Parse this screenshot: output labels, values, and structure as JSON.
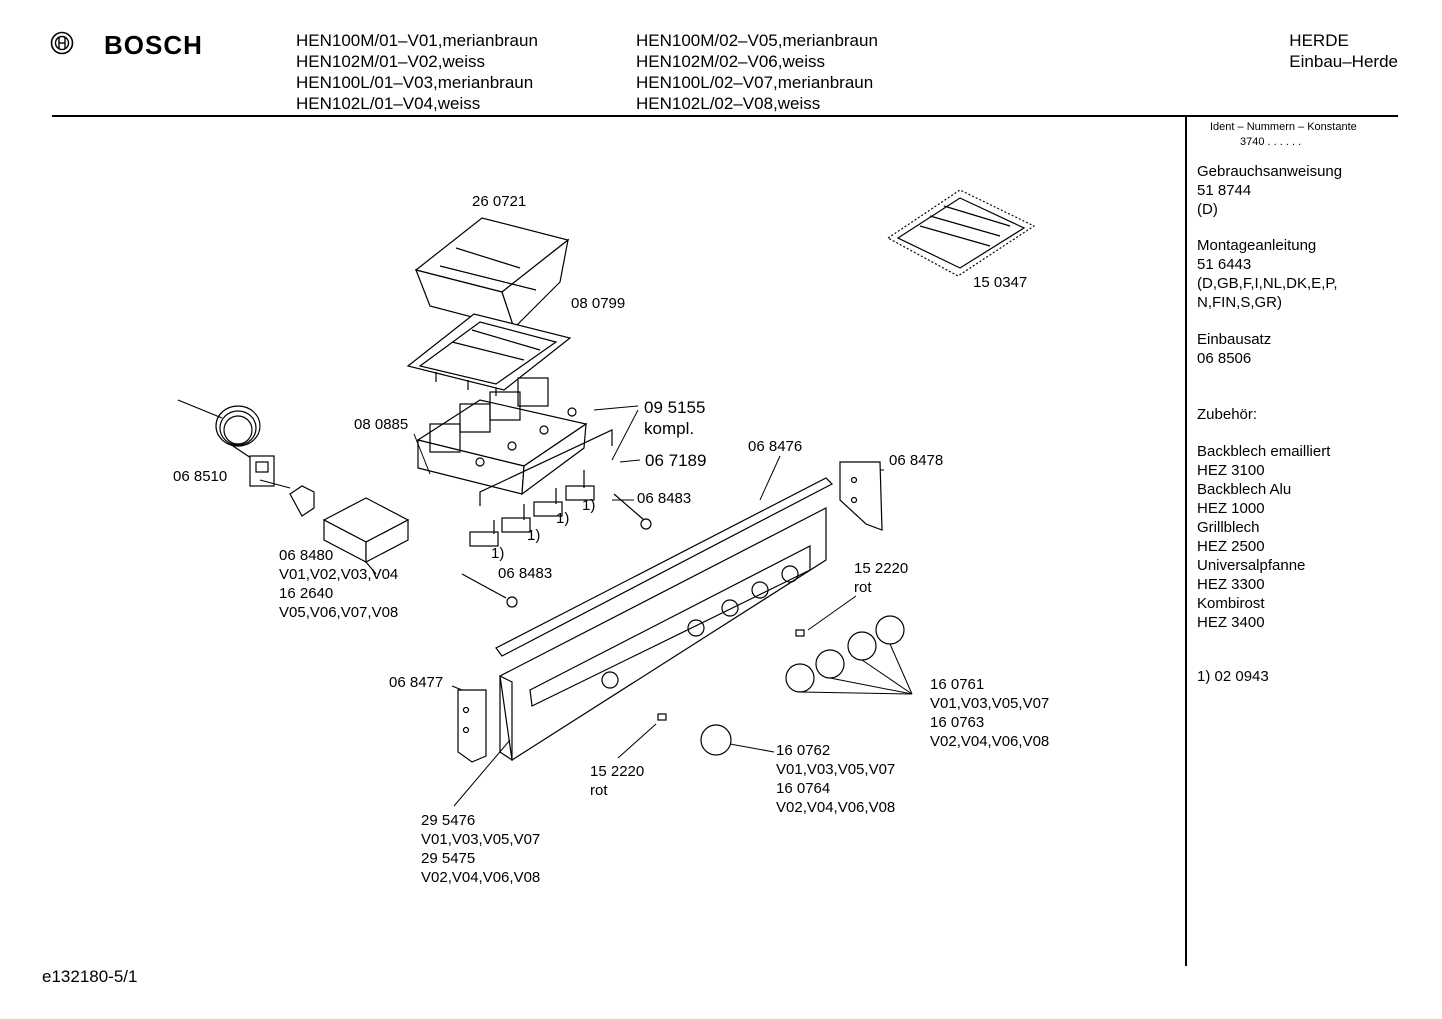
{
  "header": {
    "brand": "BOSCH",
    "models_col1": [
      "HEN100M/01–V01,merianbraun",
      "HEN102M/01–V02,weiss",
      "HEN100L/01–V03,merianbraun",
      "HEN102L/01–V04,weiss"
    ],
    "models_col2": [
      "HEN100M/02–V05,merianbraun",
      "HEN102M/02–V06,weiss",
      "HEN100L/02–V07,merianbraun",
      "HEN102L/02–V08,weiss"
    ],
    "category": [
      "HERDE",
      "Einbau–Herde"
    ]
  },
  "sidebar": {
    "ident_label": "Ident – Nummern – Konstante",
    "ident_value": "3740 .  .  .  .  .  .",
    "blocks": [
      [
        "Gebrauchsanweisung",
        "51 8744",
        "(D)"
      ],
      [
        "Montageanleitung",
        "51 6443",
        "(D,GB,F,I,NL,DK,E,P,",
        "N,FIN,S,GR)"
      ],
      [
        "Einbausatz",
        "06 8506"
      ],
      [
        "Zubehör:"
      ],
      [
        "Backblech emailliert",
        "HEZ 3100",
        "Backblech Alu",
        "HEZ 1000",
        "Grillblech",
        "HEZ 2500",
        "Universalpfanne",
        "HEZ 3300",
        "Kombirost",
        "HEZ 3400"
      ],
      [
        "1)  02 0943"
      ]
    ]
  },
  "parts": {
    "p260721": "26 0721",
    "p080799": "08 0799",
    "p150347": "15 0347",
    "p080885": "08 0885",
    "p095155": [
      "09 5155",
      "kompl."
    ],
    "p067189": "06 7189",
    "p068476": "06 8476",
    "p068478": "06 8478",
    "p068510": "06 8510",
    "p068483a": "06 8483",
    "p068483b": "06 8483",
    "p068480": [
      "06 8480",
      "V01,V02,V03,V04",
      "16 2640",
      "V05,V06,V07,V08"
    ],
    "p152220a": [
      "15 2220",
      "rot"
    ],
    "p160761": [
      "16 0761",
      "V01,V03,V05,V07",
      "16 0763",
      "V02,V04,V06,V08"
    ],
    "p068477": "06 8477",
    "p152220b": [
      "15 2220",
      "rot"
    ],
    "p160762": [
      "16 0762",
      "V01,V03,V05,V07",
      "16 0764",
      "V02,V04,V06,V08"
    ],
    "p295476": [
      "29 5476",
      "V01,V03,V05,V07",
      "29 5475",
      "V02,V04,V06,V08"
    ],
    "fn1a": "1)",
    "fn1b": "1)",
    "fn1c": "1)",
    "fn1d": "1)"
  },
  "footer": {
    "drawing_id": "e132180-5/1"
  }
}
